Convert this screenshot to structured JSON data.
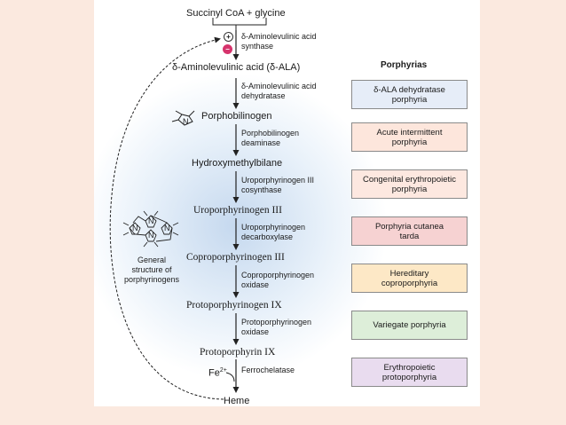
{
  "colors": {
    "page_background": "#fbe9df",
    "panel_background": "#ffffff",
    "inhibition_sign": "#d6336c",
    "box_border": "#8a8a8a",
    "arrow": "#222222"
  },
  "pathway": {
    "substrates": "Succinyl CoA + glycine",
    "regulation": {
      "positive": "+",
      "negative": "−"
    },
    "molecules": [
      "δ-Aminolevulinic acid (δ-ALA)",
      "Porphobilinogen",
      "Hydroxymethylbilane",
      "Uroporphyrinogen III",
      "Coproporphyrinogen III",
      "Protoporphyrinogen IX",
      "Protoporphyrin IX",
      "Heme"
    ],
    "enzymes": [
      {
        "line1": "δ-Aminolevulinic acid",
        "line2": "synthase"
      },
      {
        "line1": "δ-Aminolevulinic acid",
        "line2": "dehydratase"
      },
      {
        "line1": "Porphobilinogen",
        "line2": "deaminase"
      },
      {
        "line1": "Uroporphyrinogen III",
        "line2": "cosynthase"
      },
      {
        "line1": "Uroporphyrinogen",
        "line2": "decarboxylase"
      },
      {
        "line1": "Coproporphyrinogen",
        "line2": "oxidase"
      },
      {
        "line1": "Protoporphyrinogen",
        "line2": "oxidase"
      },
      {
        "line1": "Ferrochelatase",
        "line2": ""
      }
    ],
    "iron": "Fe",
    "iron_charge": "2+",
    "pyrrole_atom": "N",
    "porphyrinogen_atom": "N",
    "porphyrinogen_caption": {
      "line1": "General",
      "line2": "structure of",
      "line3": "porphyrinogens"
    }
  },
  "porphyrias": {
    "heading": "Porphyrias",
    "items": [
      {
        "label": "δ-ALA dehydratase\nporphyria",
        "color": "#e6edf8"
      },
      {
        "label": "Acute intermittent\nporphyria",
        "color": "#fde6dc"
      },
      {
        "label": "Congenital erythropoietic\nporphyria",
        "color": "#fde8e0"
      },
      {
        "label": "Porphyria cutanea\ntarda",
        "color": "#f6d2d2"
      },
      {
        "label": "Hereditary\ncoproporphyria",
        "color": "#fde8c6"
      },
      {
        "label": "Variegate porphyria",
        "color": "#ddeed9"
      },
      {
        "label": "Erythropoietic\nprotoporphyria",
        "color": "#e9dcef"
      }
    ]
  }
}
